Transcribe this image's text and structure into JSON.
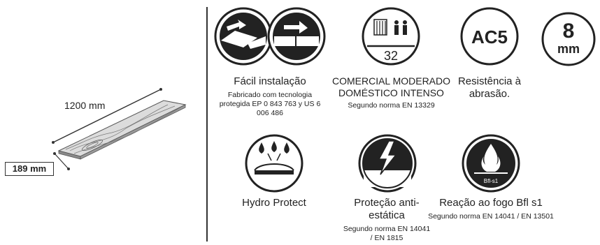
{
  "dimensions": {
    "length": "1200 mm",
    "width": "189 mm"
  },
  "features": {
    "installation": {
      "title": "Fácil instalação",
      "subtitle": "Fabricado com tecnologia protegida EP 0 843 763 y US 6 006 486",
      "icon": "click-install-icon"
    },
    "usage_class": {
      "title": "COMERCIAL MODERADO DOMÉSTICO INTENSO",
      "subtitle": "Segundo norma EN 13329",
      "badge": "32",
      "icon": "usage-class-icon"
    },
    "abrasion": {
      "title": "Resistência à abrasão.",
      "badge": "AC5",
      "icon": "abrasion-ac5-icon"
    },
    "thickness": {
      "value": "8",
      "unit": "mm",
      "icon": "thickness-icon"
    },
    "hydro": {
      "title": "Hydro Protect",
      "icon": "hydro-protect-icon"
    },
    "antistatic": {
      "title": "Proteção anti-estática",
      "subtitle": "Segundo norma EN 14041 / EN 1815",
      "icon": "anti-static-icon"
    },
    "fire": {
      "title": "Reação ao fogo Bfl s1",
      "subtitle": "Segundo norma EN 14041 / EN 13501",
      "badge": "Bfl-s1",
      "icon": "fire-reaction-icon"
    }
  }
}
